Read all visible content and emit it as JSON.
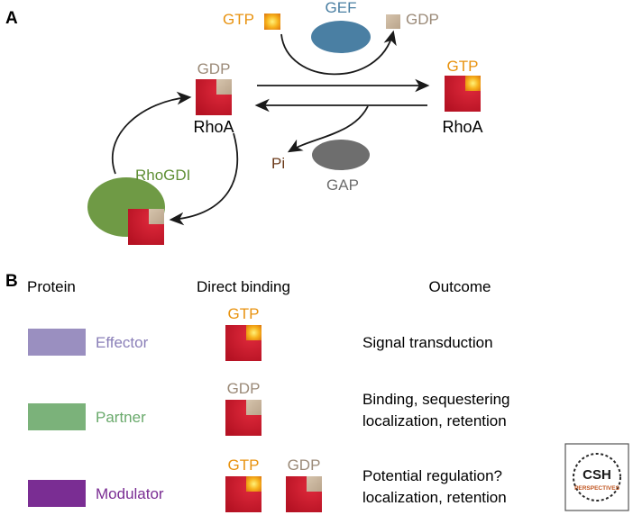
{
  "panel_a": {
    "label": "A",
    "gtp_in": "GTP",
    "gef": "GEF",
    "gdp_out": "GDP",
    "inactive_nucleotide": "GDP",
    "inactive_name": "RhoA",
    "active_nucleotide": "GTP",
    "active_name": "RhoA",
    "gap": "GAP",
    "pi": "Pi",
    "rhogdi": "RhoGDI"
  },
  "panel_b": {
    "label": "B",
    "headers": {
      "protein": "Protein",
      "binding": "Direct binding",
      "outcome": "Outcome"
    },
    "rows": [
      {
        "protein": "Effector",
        "swatch_color": "#9a8fc0",
        "text_color": "#8a7fb8",
        "binding_labels": [
          "GTP"
        ],
        "outcome_lines": [
          "Signal transduction"
        ]
      },
      {
        "protein": "Partner",
        "swatch_color": "#7bb27a",
        "text_color": "#6aaa6c",
        "binding_labels": [
          "GDP"
        ],
        "outcome_lines": [
          "Binding, sequestering",
          "localization, retention"
        ]
      },
      {
        "protein": "Modulator",
        "swatch_color": "#7a2d93",
        "text_color": "#7a2d93",
        "binding_labels": [
          "GTP",
          "GDP"
        ],
        "outcome_lines": [
          "Potential regulation?",
          "localization, retention"
        ]
      }
    ]
  },
  "logo": {
    "line1": "CSH",
    "line2": "PERSPECTIVES"
  },
  "colors": {
    "gtp_text": "#e8920f",
    "gdp_text": "#9b8a78",
    "gef": "#4a7fa3",
    "gap": "#6e6e6e",
    "rhogdi": "#6f9a45",
    "rhoa": "#c8192a",
    "gdp_chip": "#c9b49a",
    "gtp_chip": "#f0a01a",
    "pi_text": "#6b3a1a"
  }
}
